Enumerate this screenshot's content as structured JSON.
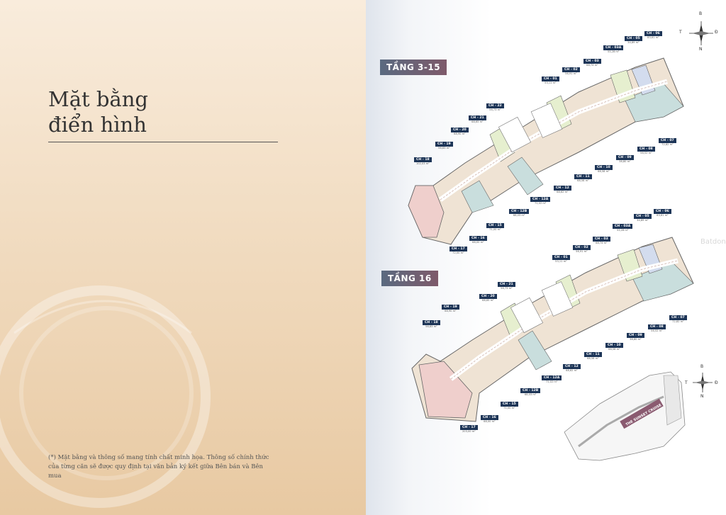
{
  "page": {
    "title_line1": "Mặt bằng",
    "title_line2": "điển hình",
    "footnote": "(*) Mặt bằng và thông số mang tính chất minh họa. Thông số chính thức của từng căn sẽ được quy định tại văn bản ký kết giữa Bên bán và Bên mua"
  },
  "watermark": "Batdongsan",
  "compass": {
    "north": "B",
    "south": "N",
    "east": "Đ",
    "west": "T"
  },
  "floors": [
    {
      "name": "TẦNG 3-15",
      "units": [
        {
          "code": "CH - 01",
          "area": "53,11 m²"
        },
        {
          "code": "CH - 02",
          "area": "56,91 m²"
        },
        {
          "code": "CH - 03",
          "area": "68,74 m²"
        },
        {
          "code": "CH - 03A",
          "area": "53,28 m²"
        },
        {
          "code": "CH - 05",
          "area": "34,89 m²"
        },
        {
          "code": "CH - 06",
          "area": "83,61 m²"
        },
        {
          "code": "CH - 07",
          "area": "72,82 m²"
        },
        {
          "code": "CH - 08",
          "area": "56,52 m²"
        },
        {
          "code": "CH - 09",
          "area": "38,80 m²"
        },
        {
          "code": "CH - 10",
          "area": "68,58 m²"
        },
        {
          "code": "CH - 11",
          "area": "68,58 m²"
        },
        {
          "code": "CH - 12",
          "area": "68,62 m²"
        },
        {
          "code": "CH - 12A",
          "area": "71,02 m²"
        },
        {
          "code": "CH - 12B",
          "area": "68,03 m²"
        },
        {
          "code": "CH - 15",
          "area": "71,00 m²"
        },
        {
          "code": "CH - 16",
          "area": "68,00 m²"
        },
        {
          "code": "CH - 17",
          "area": "72,00 m²"
        },
        {
          "code": "CH - 18",
          "area": "102,03 m²"
        },
        {
          "code": "CH - 19",
          "area": "56,83 m²"
        },
        {
          "code": "CH - 20",
          "area": "68,90 m²"
        },
        {
          "code": "CH - 21",
          "area": "68,65 m²"
        },
        {
          "code": "CH - 22",
          "area": "56,73 m²"
        }
      ]
    },
    {
      "name": "TẦNG 16",
      "units": [
        {
          "code": "CH - 01",
          "area": "53,11 m²"
        },
        {
          "code": "CH - 02",
          "area": "56,91 m²"
        },
        {
          "code": "CH - 03",
          "area": "68,74 m²"
        },
        {
          "code": "CH - 03A",
          "area": "53,28 m²"
        },
        {
          "code": "CH - 05",
          "area": "34,89 m²"
        },
        {
          "code": "CH - 06",
          "area": "83,61 m²"
        },
        {
          "code": "CH - 07",
          "area": "72,82 m²"
        },
        {
          "code": "CH - 08",
          "area": "56,52 m²"
        },
        {
          "code": "CH - 09",
          "area": "38,80 m²"
        },
        {
          "code": "CH - 10",
          "area": "68,58 m²"
        },
        {
          "code": "CH - 11",
          "area": "68,58 m²"
        },
        {
          "code": "CH - 12",
          "area": "68,62 m²"
        },
        {
          "code": "CH - 12A",
          "area": "71,02 m²"
        },
        {
          "code": "CH - 12B",
          "area": "68,03 m²"
        },
        {
          "code": "CH - 15",
          "area": "71,00 m²"
        },
        {
          "code": "CH - 16",
          "area": "68,00 m²"
        },
        {
          "code": "CH - 17",
          "area": "203,00 m²"
        },
        {
          "code": "CH - 18",
          "area": "56,83 m²"
        },
        {
          "code": "CH - 19",
          "area": "68,90 m²"
        },
        {
          "code": "CH - 20",
          "area": "68,65 m²"
        },
        {
          "code": "CH - 21",
          "area": "56,73 m²"
        }
      ]
    }
  ],
  "keyplan_label": "THE SUNSET CRUISE",
  "colors": {
    "navy_label": "#1d3557",
    "unit_beige": "#efe3d4",
    "unit_pink": "#efcfcc",
    "unit_green": "#e6efcf",
    "unit_teal": "#c9dedd",
    "unit_blue": "#d3dcee",
    "corridor": "#ffffff",
    "keyplan_accent": "#8a5a70"
  }
}
